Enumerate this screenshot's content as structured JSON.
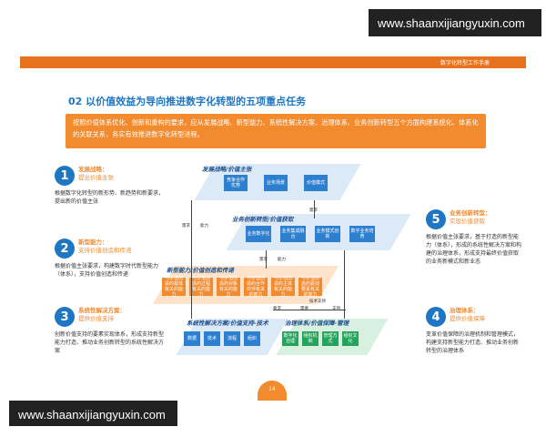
{
  "watermark": {
    "top": "www.shaanxijiangyuxin.com",
    "bottom": "www.shaanxijiangyuxin.com"
  },
  "banner": {
    "title": "数字化转型工作手册"
  },
  "section": {
    "title": "02 以价值效益为导向推进数字化转型的五项重点任务"
  },
  "intro": {
    "text": "按照价值体系优化、创新和重构的要求，应从发展战略、新型能力、系统性解决方案、治理体系、业务创新转型五个方面构建系统化、体系化的关联关系，务实有效推进数字化转型进程。"
  },
  "left_items": [
    {
      "num": "1",
      "title": "发展战略：",
      "subtitle": "提出价值主张",
      "desc": "根据数字化转型的新形势、新趋势和新要求，提出新的价值主张"
    },
    {
      "num": "2",
      "title": "新型能力：",
      "subtitle": "支持价值创造和传递",
      "desc": "根据价值主张要求，构建数字时代新型能力（体系），支持价值创造和传递"
    },
    {
      "num": "3",
      "title": "系统性解决方案：",
      "subtitle": "提供价值支持",
      "desc": "创新价值支持的要素实现体系，形成支持新型能力打造、推动业务创新转型的系统性解决方案"
    }
  ],
  "right_items": [
    {
      "num": "5",
      "title": "业务创新转型：",
      "subtitle": "实现价值获取",
      "desc": "根据价值主张要求，基于打造的新型能力（体系），形成的系统性解决方案和构建的治理体系，形成支持最终价值获取的业务新模式和新业态"
    },
    {
      "num": "4",
      "title": "治理体系：",
      "subtitle": "提供价值保障",
      "desc": "变革价值保障的治理机制和管理模式，构建支持新型能力打造、推动业务创新转型的治理体系"
    }
  ],
  "diagram": {
    "layer1_label": "发展战略/价值主张",
    "layer1_nodes": [
      "竞争合作优势",
      "业务场景",
      "价值模式"
    ],
    "layer2_label": "业务创新转型/价值获取",
    "layer2_nodes": [
      "业务数字化",
      "业务集成融合",
      "业务模式创新",
      "数字业务培育"
    ],
    "layer3_label": "新型能力/价值创造和传递",
    "layer3_nodes": [
      "与价值创造的载体有关的能力",
      "与价值创造的过程有关的能力",
      "与价值创造的对象有关的能力",
      "与价值创造的合作伙伴有关的能力",
      "与价值创造的主体有关的能力",
      "与价值创造的驱动要素有关的能力"
    ],
    "layer4a_label": "系统性解决方案/价值支持-技术",
    "layer4a_nodes": [
      "数据",
      "技术",
      "流程",
      "组织"
    ],
    "layer4b_label": "治理体系/价值保障-管理",
    "layer4b_nodes": [
      "数字化治理",
      "组织机制",
      "管理方式",
      "组织文化"
    ],
    "connectors": {
      "req": "需求",
      "cap": "能力",
      "tech_support": "技术支持",
      "requirement": "要求",
      "need": "需要",
      "support": "支持"
    }
  },
  "page_number": "14",
  "colors": {
    "orange": "#f28a2e",
    "blue": "#1f76c2",
    "dark_blue": "#1b4d8c"
  }
}
